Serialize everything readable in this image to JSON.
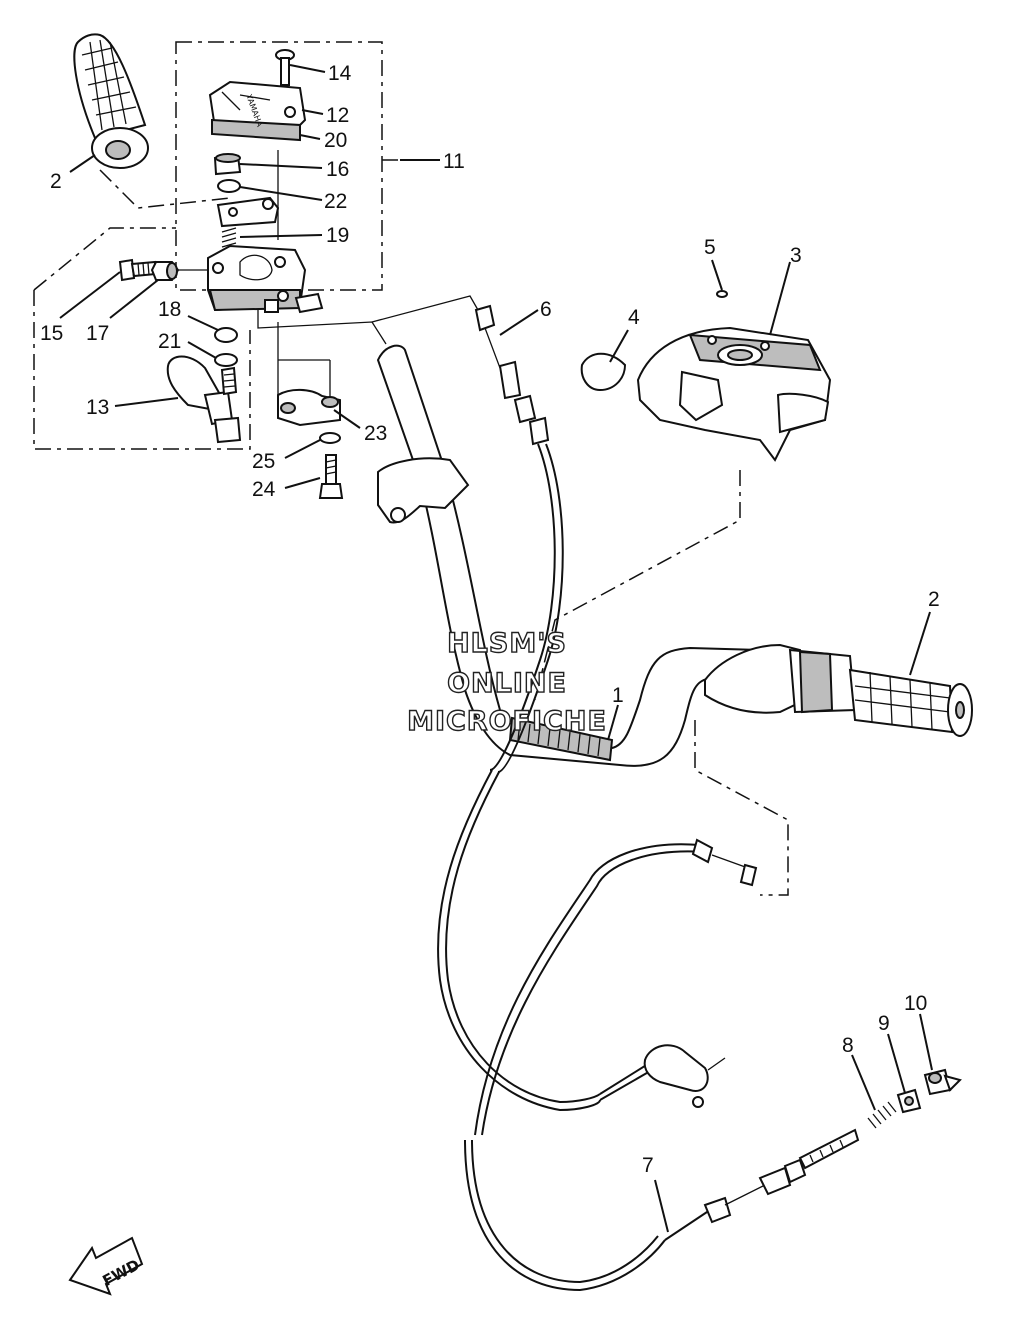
{
  "watermark": {
    "line1": "HLSM'S",
    "line2": "ONLINE",
    "line3": "MICROFICHE"
  },
  "direction_arrow": "FWD",
  "callouts": [
    {
      "id": "c-14",
      "text": "14"
    },
    {
      "id": "c-12",
      "text": "12"
    },
    {
      "id": "c-20",
      "text": "20"
    },
    {
      "id": "c-16",
      "text": "16"
    },
    {
      "id": "c-22",
      "text": "22"
    },
    {
      "id": "c-19",
      "text": "19"
    },
    {
      "id": "c-11",
      "text": "11"
    },
    {
      "id": "c-2a",
      "text": "2"
    },
    {
      "id": "c-15",
      "text": "15"
    },
    {
      "id": "c-17",
      "text": "17"
    },
    {
      "id": "c-18",
      "text": "18"
    },
    {
      "id": "c-21",
      "text": "21"
    },
    {
      "id": "c-13",
      "text": "13"
    },
    {
      "id": "c-23",
      "text": "23"
    },
    {
      "id": "c-25",
      "text": "25"
    },
    {
      "id": "c-24",
      "text": "24"
    },
    {
      "id": "c-5",
      "text": "5"
    },
    {
      "id": "c-3",
      "text": "3"
    },
    {
      "id": "c-4",
      "text": "4"
    },
    {
      "id": "c-6",
      "text": "6"
    },
    {
      "id": "c-2b",
      "text": "2"
    },
    {
      "id": "c-1",
      "text": "1"
    },
    {
      "id": "c-8",
      "text": "8"
    },
    {
      "id": "c-9",
      "text": "9"
    },
    {
      "id": "c-10",
      "text": "10"
    },
    {
      "id": "c-7",
      "text": "7"
    }
  ]
}
